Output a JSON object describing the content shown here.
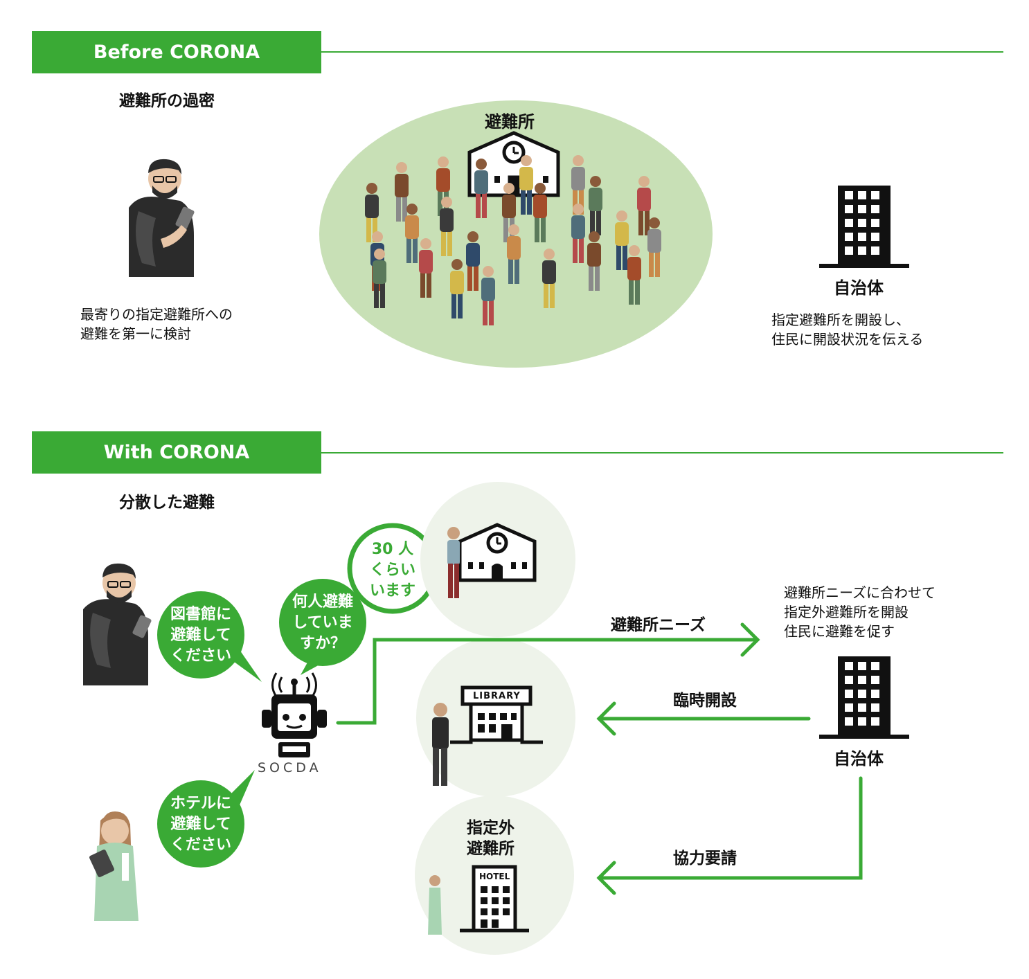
{
  "before": {
    "header": "Before CORONA",
    "subtitle": "避難所の過密",
    "person_text": [
      "最寄りの指定避難所への",
      "避難を第一に検討"
    ],
    "shelter_label": "避難所",
    "gov_label": "自治体",
    "gov_text": [
      "指定避難所を開設し、",
      "住民に開設状況を伝える"
    ]
  },
  "with": {
    "header": "With CORONA",
    "subtitle": "分散した避難",
    "bubble_library": [
      "図書館に",
      "避難して",
      "ください"
    ],
    "bubble_hotel": [
      "ホテルに",
      "避難して",
      "ください"
    ],
    "bubble_question": [
      "何人避難",
      "していま",
      "すか？"
    ],
    "bubble_answer": [
      "30 人",
      "くらい",
      "います"
    ],
    "robot_label": "SOCDA",
    "library_sign": "LIBRARY",
    "hotel_sign": "HOTEL",
    "designated_outside": [
      "指定外",
      "避難所"
    ],
    "arrow_needs": "避難所ニーズ",
    "arrow_temp": "臨時開設",
    "arrow_coop": "協力要請",
    "gov_text": [
      "避難所ニーズに合わせて",
      "指定外避難所を開設",
      "住民に避難を促す"
    ],
    "gov_label": "自治体"
  },
  "colors": {
    "accent": "#3aaa35",
    "shelter_bg": "#c8e0b6",
    "circle_bg": "#eef3ea"
  }
}
